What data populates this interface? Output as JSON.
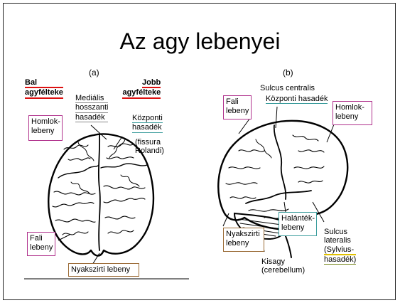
{
  "slide": {
    "title": "Az agy lebenyei"
  },
  "panel_a": {
    "label": "(a)",
    "left_hemisphere": [
      "Bal",
      "agyfélteke"
    ],
    "right_hemisphere": [
      "Jobb",
      "agyfélteke"
    ],
    "medial_fissure": [
      "Mediális",
      "hosszanti",
      "hasadék"
    ],
    "central_fissure": [
      "Központi",
      "hasadék"
    ],
    "rolandi": [
      "(fissura",
      "Rolandi)"
    ],
    "frontal_lobe": [
      "Homlok-",
      "lebeny"
    ],
    "parietal_lobe": [
      "Fali",
      "lebeny"
    ],
    "occipital_lobe": "Nyakszirti lebeny"
  },
  "panel_b": {
    "label": "(b)",
    "sulcus_centralis": "Sulcus centralis",
    "central_fissure": "Központi hasadék",
    "parietal_lobe": [
      "Fali",
      "lebeny"
    ],
    "frontal_lobe": [
      "Homlok-",
      "lebeny"
    ],
    "temporal_lobe": [
      "Halánték-",
      "lebeny"
    ],
    "occipital_lobe": [
      "Nyakszirti",
      "lebeny"
    ],
    "cerebellum": [
      "Kisagy",
      "(cerebellum)"
    ],
    "sulcus_lateralis": [
      "Sulcus",
      "lateralis",
      "(Sylvius-",
      "hasadék)"
    ]
  },
  "colors": {
    "frontal_box": "#b0318c",
    "parietal_box": "#b0318c",
    "occipital_box": "#9a6a35",
    "temporal_box": "#3a9c9c",
    "hemisphere_underline": "#dd1111"
  }
}
